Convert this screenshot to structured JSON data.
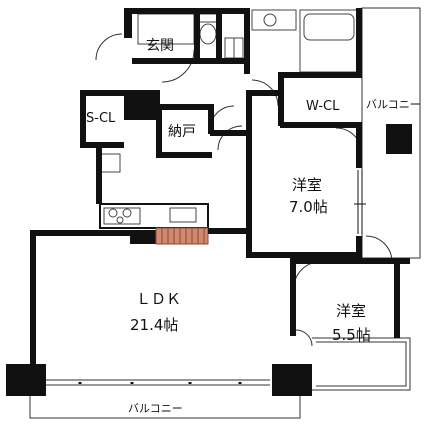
{
  "rooms": {
    "entrance": "玄関",
    "shoe_closet": "S-CL",
    "storage": "納戸",
    "walk_in_closet": "W-CL",
    "western_room_1": {
      "name": "洋室",
      "size": "7.0帖"
    },
    "western_room_2": {
      "name": "洋室",
      "size": "5.5帖"
    },
    "ldk": {
      "name": "ＬＤＫ",
      "size": "21.4帖"
    }
  },
  "balconies": {
    "east": "バルコニー",
    "south": "バルコニー"
  },
  "colors": {
    "wall": "#111111",
    "fixture_line": "#555555",
    "counter_accent": "#c4826a"
  }
}
